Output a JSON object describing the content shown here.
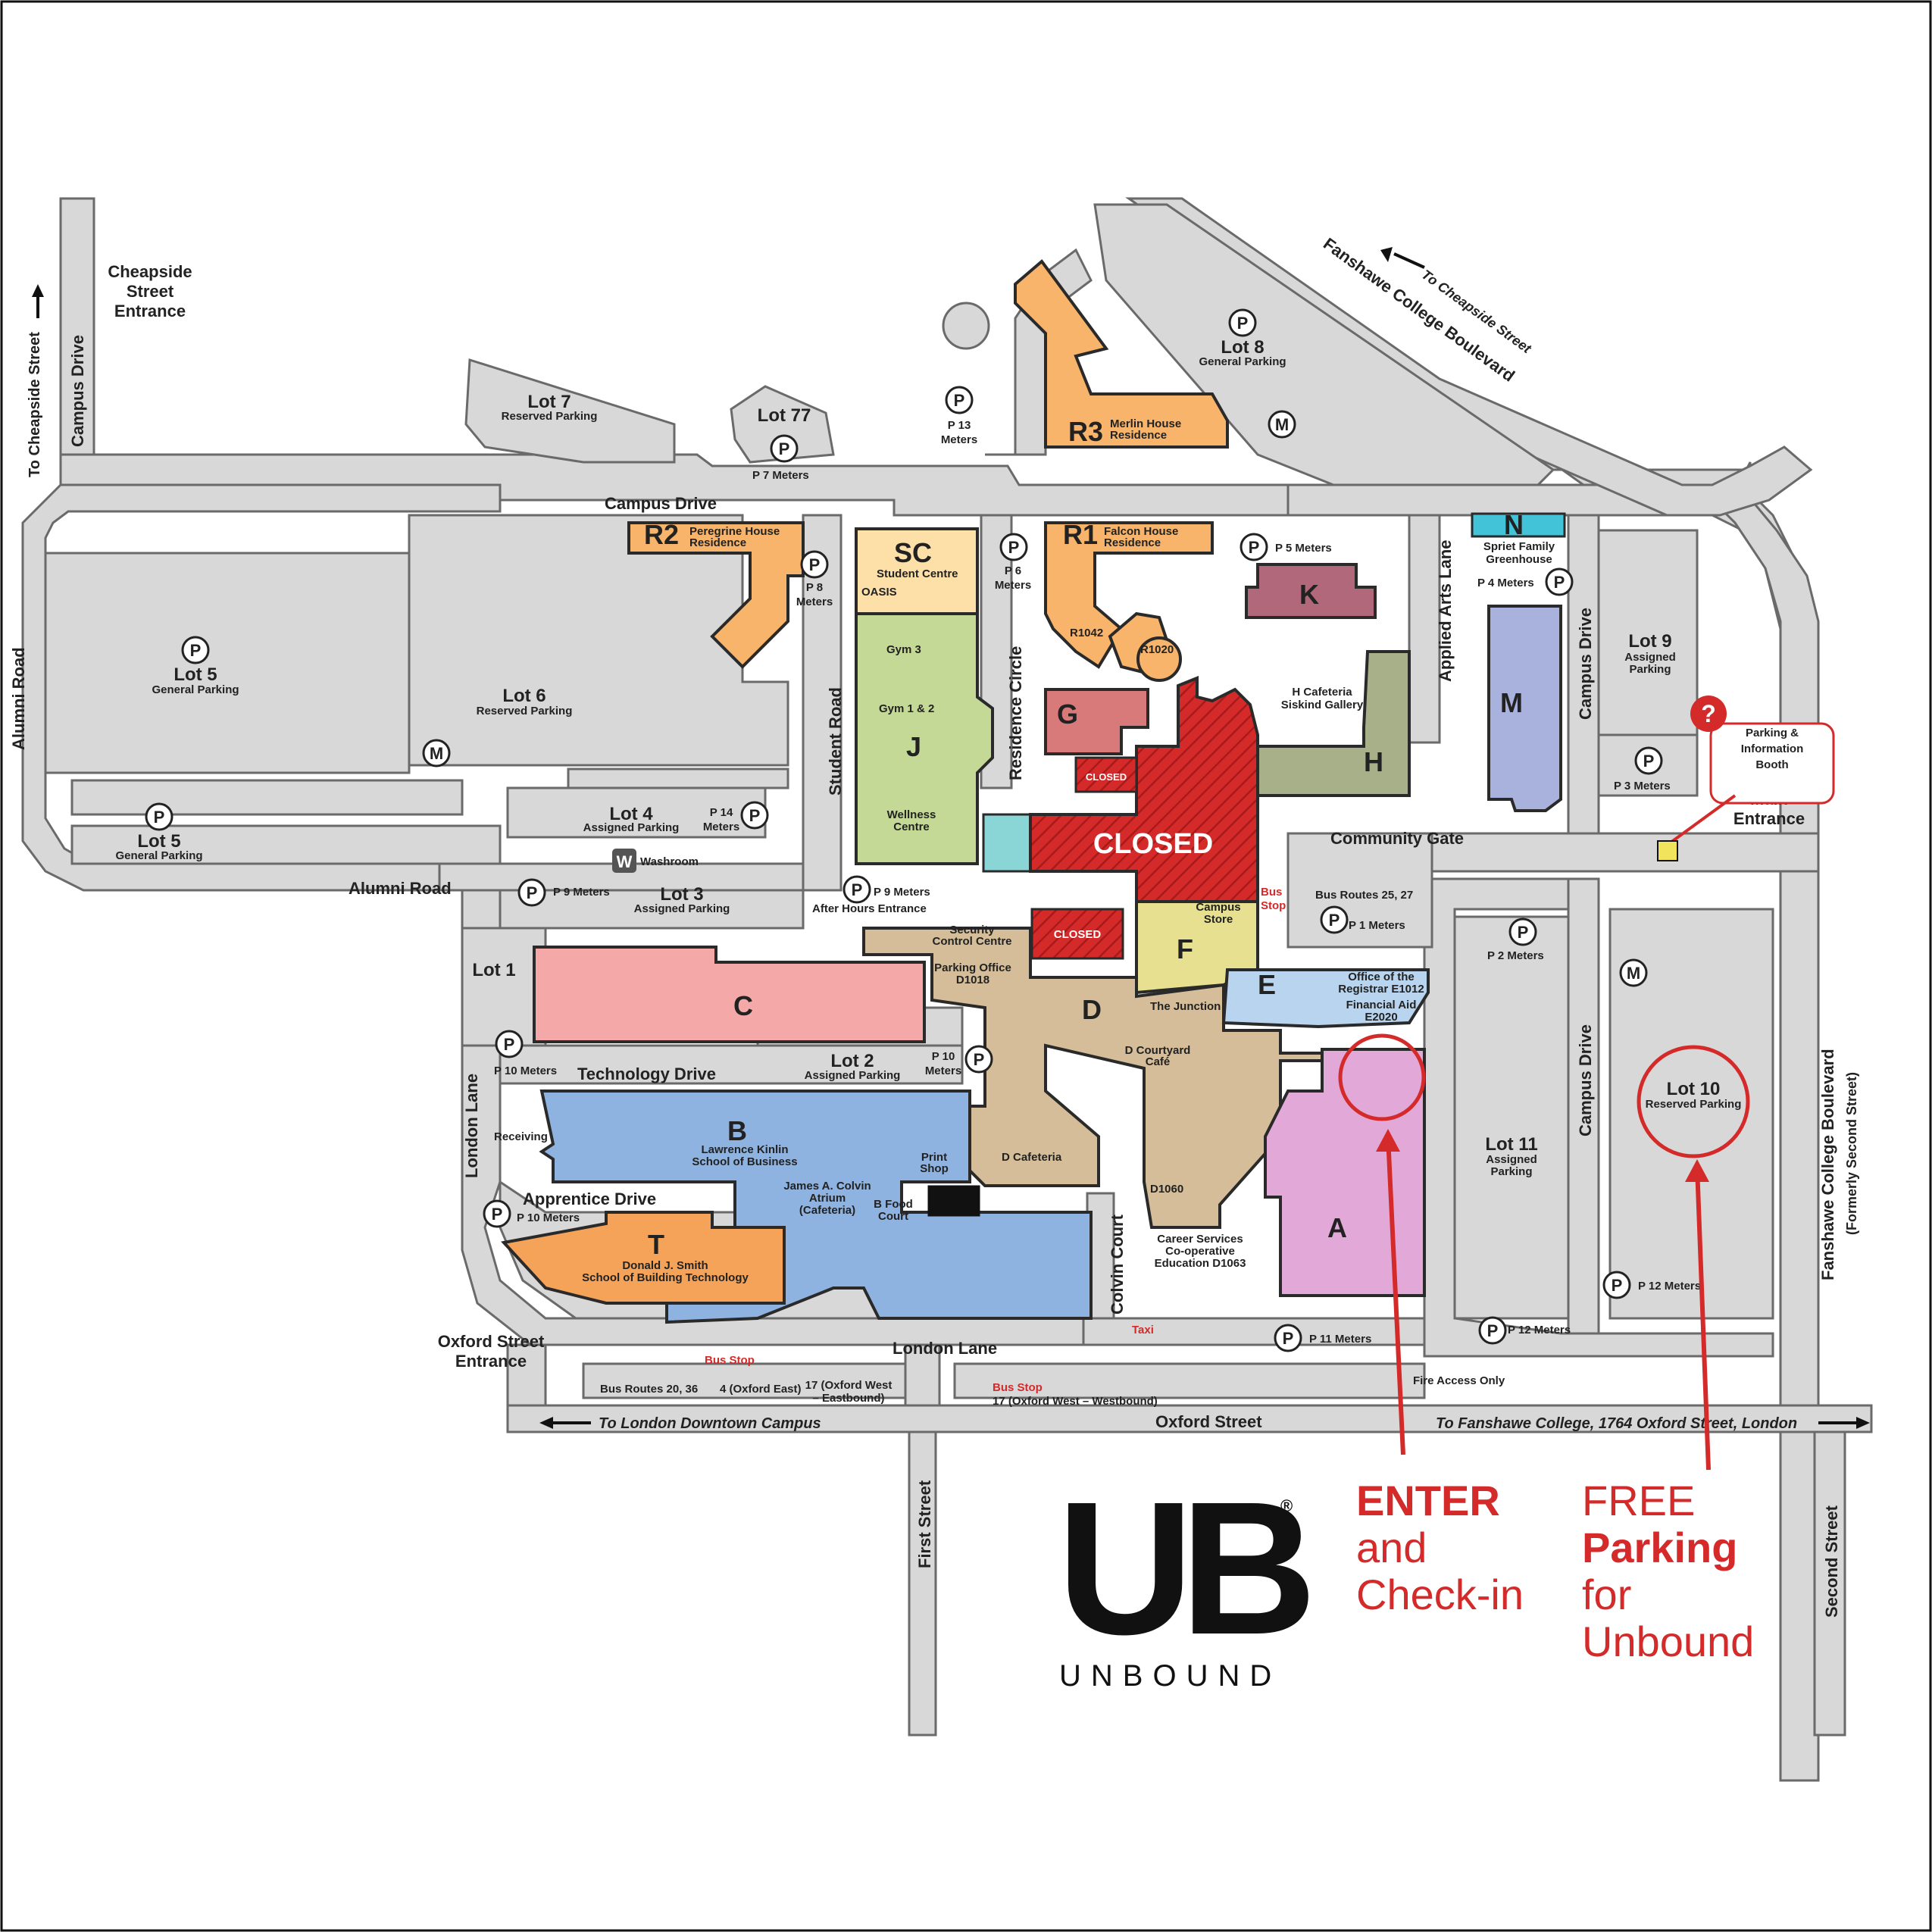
{
  "map": {
    "streets": {
      "campus_drive": "Campus Drive",
      "alumni_road": "Alumni Road",
      "student_road": "Student Road",
      "residence_circle": "Residence Circle",
      "applied_arts_lane": "Applied Arts Lane",
      "technology_drive": "Technology Drive",
      "apprentice_drive": "Apprentice Drive",
      "london_lane": "London Lane",
      "colvin_court": "Colvin Court",
      "oxford_street": "Oxford Street",
      "first_street": "First Street",
      "second_street": "Second Street",
      "fanshawe_blvd": "Fanshawe College Boulevard",
      "fanshawe_blvd_former": "(Formerly Second Street)",
      "to_cheapside_left": "To Cheapside Street",
      "to_cheapside_top": "To Cheapside Street",
      "to_london_downtown": "To London Downtown Campus",
      "to_fanshawe": "To Fanshawe College, 1764 Oxford Street, London"
    },
    "entrances": {
      "cheapside": [
        "Cheapside",
        "Street",
        "Entrance"
      ],
      "oxford": [
        "Oxford Street",
        "Entrance"
      ],
      "main": [
        "Main",
        "Entrance"
      ],
      "community_gate": "Community Gate",
      "after_hours": "After Hours Entrance",
      "fire_access": "Fire Access Only"
    },
    "lots": {
      "lot5a": {
        "name": "Lot 5",
        "sub": "General Parking"
      },
      "lot5b": {
        "name": "Lot 5",
        "sub": "General Parking"
      },
      "lot6": {
        "name": "Lot 6",
        "sub": "Reserved Parking"
      },
      "lot7": {
        "name": "Lot 7",
        "sub": "Reserved Parking"
      },
      "lot77": {
        "name": "Lot 77"
      },
      "lot8": {
        "name": "Lot 8",
        "sub": "General Parking"
      },
      "lot9": {
        "name": "Lot 9",
        "sub": [
          "Assigned",
          "Parking"
        ]
      },
      "lot4": {
        "name": "Lot 4",
        "sub": "Assigned Parking"
      },
      "lot3": {
        "name": "Lot 3",
        "sub": "Assigned Parking"
      },
      "lot2": {
        "name": "Lot 2",
        "sub": "Assigned Parking"
      },
      "lot1": {
        "name": "Lot 1"
      },
      "lot10": {
        "name": "Lot 10",
        "sub": "Reserved Parking"
      },
      "lot11": {
        "name": "Lot 11",
        "sub": [
          "Assigned",
          "Parking"
        ]
      }
    },
    "meters": {
      "p1": "P 1 Meters",
      "p2": "P 2 Meters",
      "p3": "P 3 Meters",
      "p4": "P 4 Meters",
      "p5": "P 5 Meters",
      "p6": [
        "P 6",
        "Meters"
      ],
      "p7": "P 7 Meters",
      "p8": [
        "P 8",
        "Meters"
      ],
      "p9a": "P 9 Meters",
      "p9b": "P 9 Meters",
      "p10a": "P 10 Meters",
      "p10b": [
        "P 10",
        "Meters"
      ],
      "p10c": "P 10 Meters",
      "p11": "P 11 Meters",
      "p12a": "P 12 Meters",
      "p12b": "P 12 Meters",
      "p13": [
        "P 13",
        "Meters"
      ],
      "p14": [
        "P 14",
        "Meters"
      ]
    },
    "badges": {
      "parking": "P",
      "motorcycle": "M",
      "washroom": "W",
      "info": "?"
    },
    "buildings": {
      "A": "A",
      "B": "B",
      "C": "C",
      "D": "D",
      "E": "E",
      "F": "F",
      "G": "G",
      "H": "H",
      "J": "J",
      "K": "K",
      "M": "M",
      "N": "N",
      "T": "T",
      "SC": "SC",
      "R1": "R1",
      "R2": "R2",
      "R3": "R3"
    },
    "building_labels": {
      "r2": [
        "Peregrine House",
        "Residence"
      ],
      "r1": [
        "Falcon House",
        "Residence"
      ],
      "r3": [
        "Merlin House",
        "Residence"
      ],
      "sc": "Student Centre",
      "oasis": "OASIS",
      "gym3": "Gym 3",
      "gym12": "Gym 1 & 2",
      "wellness": [
        "Wellness",
        "Centre"
      ],
      "r1042": "R1042",
      "r1020": "R1020",
      "n_label": [
        "Spriet Family",
        "Greenhouse"
      ],
      "h_caf": [
        "H Cafeteria",
        "Siskind Gallery"
      ],
      "closed_big": "CLOSED",
      "closed_small_1": "CLOSED",
      "closed_small_2": "CLOSED",
      "campus_store": [
        "Campus",
        "Store"
      ],
      "security": [
        "Security",
        "Control Centre"
      ],
      "parking_office": [
        "Parking Office",
        "D1018"
      ],
      "junction": "The Junction",
      "registrar": [
        "Office of the",
        "Registrar E1012",
        "Financial Aid",
        "E2020"
      ],
      "d_courtyard": [
        "D Courtyard",
        "Café"
      ],
      "d_cafeteria": "D Cafeteria",
      "d1060": "D1060",
      "career": [
        "Career Services",
        "Co-operative",
        "Education D1063"
      ],
      "b_school": [
        "Lawrence Kinlin",
        "School of Business"
      ],
      "atrium": [
        "James A. Colvin",
        "Atrium",
        "(Cafeteria)"
      ],
      "print_shop": [
        "Print",
        "Shop"
      ],
      "food_court": [
        "B Food",
        "Court"
      ],
      "receiving": "Receiving",
      "t_school": [
        "Donald J. Smith",
        "School of Building Technology"
      ],
      "washroom": "Washroom",
      "info_booth": [
        "Parking &",
        "Information",
        "Booth"
      ]
    },
    "transit": {
      "bus_stop_label": "Bus Stop",
      "bus_stop_top": [
        "Bus",
        "Stop"
      ],
      "routes_25_27": "Bus Routes 25, 27",
      "routes_20_36": "Bus Routes 20, 36",
      "route_4": "4 (Oxford East)",
      "route_17_east": [
        "17 (Oxford West",
        "– Eastbound)"
      ],
      "route_17_west": "17 (Oxford West – Westbound)",
      "taxi": "Taxi"
    }
  },
  "callouts": {
    "enter": {
      "bold": "ENTER",
      "rest": [
        "and",
        "Check-in"
      ]
    },
    "parking": {
      "line1": "FREE",
      "bold": "Parking",
      "rest": [
        "for",
        "Unbound"
      ]
    }
  },
  "logo": {
    "mark": "UB",
    "word": "UNBOUND",
    "reg": "®"
  },
  "colors": {
    "road": "#d8d8d8",
    "road_stroke": "#6a6a6a",
    "accent_red": "#d42a2a",
    "residence": "#f8b46a",
    "student_centre": "#fde0a8",
    "j": "#c4d995",
    "g": "#d87a7a",
    "k": "#b0687a",
    "h": "#a8b08a",
    "m": "#a9b2dc",
    "n": "#42c3d8",
    "c": "#f4a8a8",
    "d": "#d4bd98",
    "f": "#e6e090",
    "e": "#b8d4ee",
    "a": "#e2a8d8",
    "b": "#8fb3e0",
    "t": "#f6a35a",
    "teal": "#8ad6d6"
  }
}
